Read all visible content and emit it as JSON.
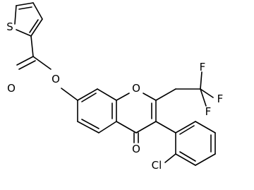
{
  "atom_labels": {
    "thiophene_s": "S",
    "ester_carbonyl_o": "O",
    "ester_o": "O",
    "ring_o": "O",
    "ketone_o": "O",
    "chloro": "Cl",
    "fluorine_top": "F",
    "fluorine_right": "F",
    "fluorine_bottom": "F"
  },
  "colors": {
    "bond": "#000000",
    "label": "#000000",
    "background": "#ffffff"
  }
}
